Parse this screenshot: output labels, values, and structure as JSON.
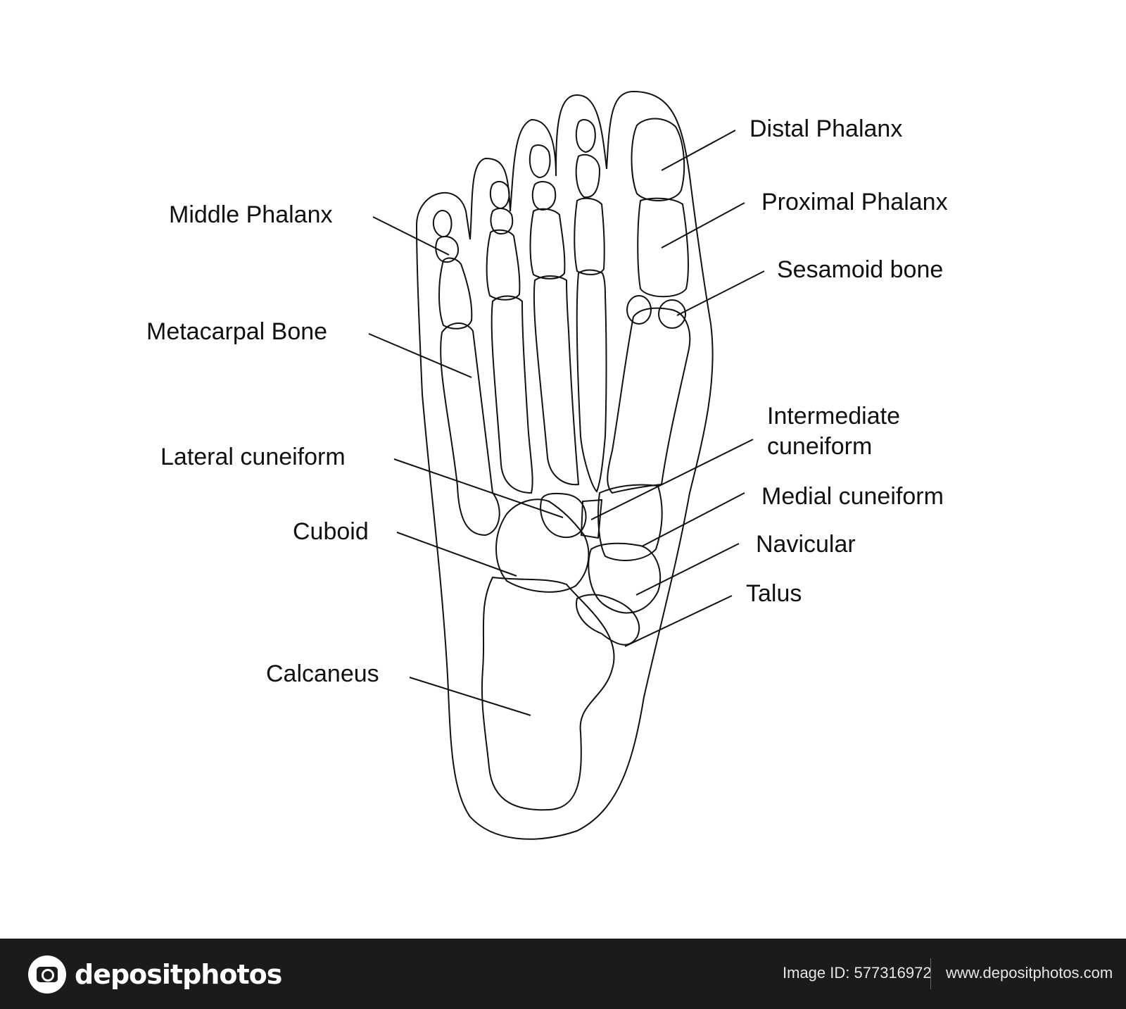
{
  "labels": {
    "distal_phalanx": "Distal Phalanx",
    "proximal_phalanx": "Proximal Phalanx",
    "sesamoid_bone": "Sesamoid bone",
    "middle_phalanx": "Middle Phalanx",
    "metacarpal_bone": "Metacarpal Bone",
    "intermediate_cuneiform": "Intermediate cuneiform",
    "lateral_cuneiform": "Lateral cuneiform",
    "medial_cuneiform": "Medial cuneiform",
    "navicular": "Navicular",
    "cuboid": "Cuboid",
    "talus": "Talus",
    "calcaneus": "Calcaneus"
  },
  "footer": {
    "brand": "depositphotos",
    "image_id": "Image ID: 577316972",
    "url": "www.depositphotos.com"
  },
  "colors": {
    "line": "#111111",
    "footer_bg": "#1b1b1b",
    "footer_text": "#ffffff"
  }
}
